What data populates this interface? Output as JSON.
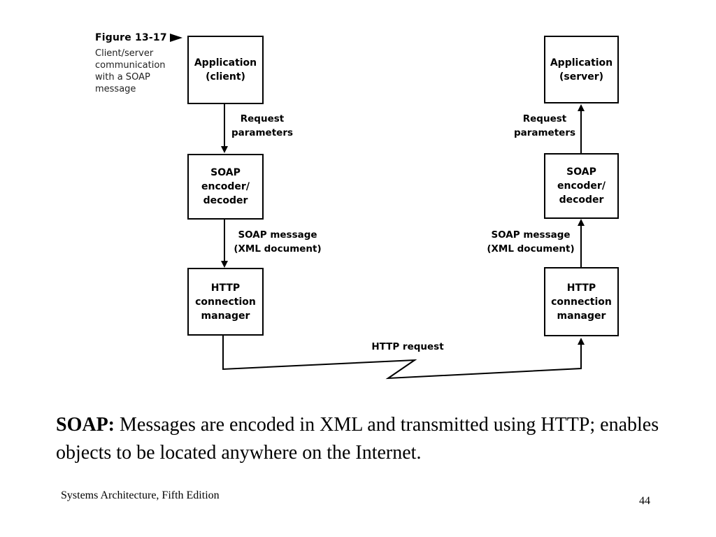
{
  "figure": {
    "number": "Figure 13-17",
    "description": "Client/server\ncommunication\nwith a SOAP\nmessage"
  },
  "diagram": {
    "client": {
      "application": "Application\n(client)",
      "encoder": "SOAP\nencoder/\ndecoder",
      "http": "HTTP\nconnection\nmanager"
    },
    "server": {
      "application": "Application\n(server)",
      "encoder": "SOAP\nencoder/\ndecoder",
      "http": "HTTP\nconnection\nmanager"
    },
    "labels": {
      "client_request_params": "Request\nparameters",
      "client_soap_message": "SOAP message\n(XML document)",
      "server_request_params": "Request\nparameters",
      "server_soap_message": "SOAP message\n(XML document)",
      "http_request": "HTTP request"
    }
  },
  "caption": {
    "term": "SOAP:",
    "text": " Messages are encoded in XML and transmitted using HTTP; enables objects to be located anywhere on the Internet."
  },
  "footer": {
    "book": "Systems Architecture, Fifth Edition",
    "page": "44"
  }
}
